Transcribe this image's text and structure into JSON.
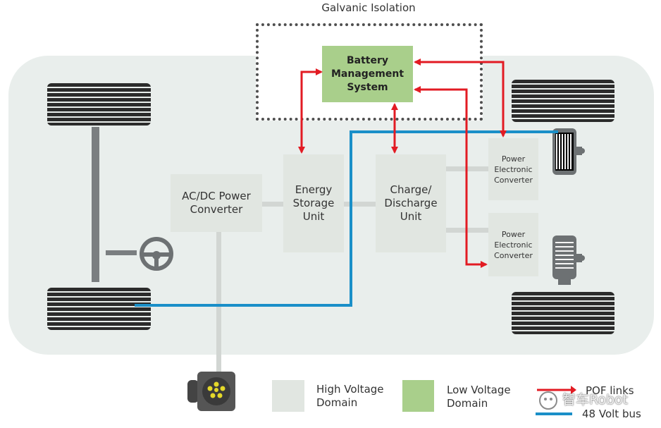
{
  "isolation": {
    "title": "Galvanic Isolation"
  },
  "blocks": {
    "bms": "Battery\nManagement\nSystem",
    "acdc": "AC/DC Power\nConverter",
    "energy": "Energy\nStorage\nUnit",
    "charge": "Charge/\nDischarge\nUnit",
    "pec_top": "Power\nElectronic\nConverter",
    "pec_bottom": "Power\nElectronic\nConverter"
  },
  "legend": {
    "high_voltage": "High Voltage\nDomain",
    "low_voltage": "Low Voltage\nDomain",
    "pof": "POF links",
    "bus": "48 Volt bus"
  },
  "watermark": "智车Robot",
  "colors": {
    "chassis": "#e9eeec",
    "high_voltage": "#e1e6e1",
    "low_voltage": "#a9cf8b",
    "pof_link": "#e21b23",
    "bus": "#1a8fc8",
    "tire": "#2b2b2b"
  }
}
